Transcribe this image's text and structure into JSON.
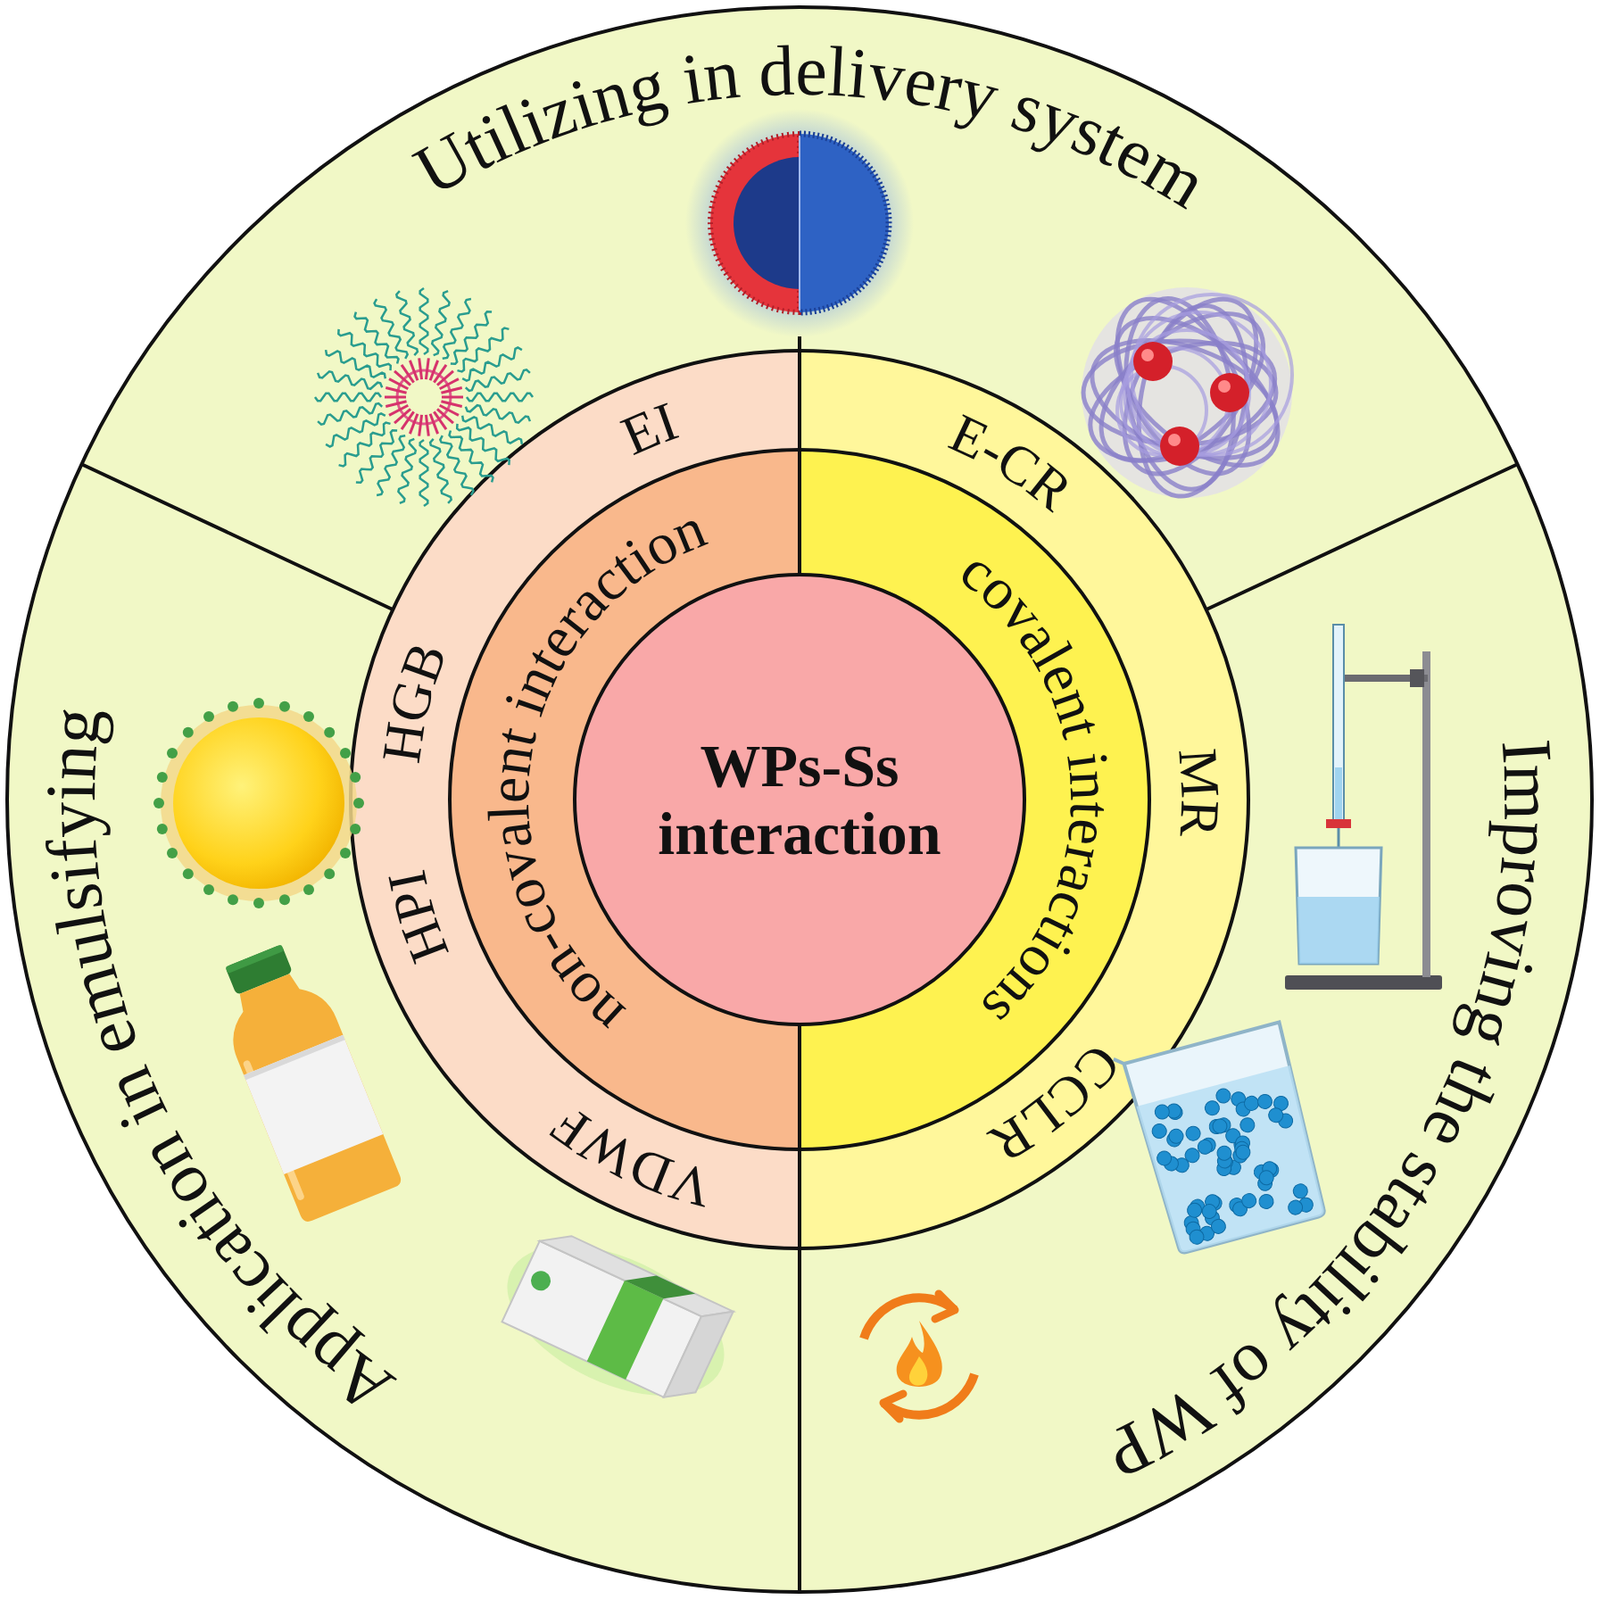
{
  "diagram": {
    "nodes": [
      {
        "text": [
          "Utilizing in delivery system"
        ]
      },
      {
        "text": [
          "Improving the stability of WP"
        ]
      },
      {
        "text": [
          "Application in emulsifying"
        ]
      },
      {
        "text": [
          "non-covalent interaction"
        ]
      },
      {
        "text": [
          "covalent interactions"
        ]
      },
      {
        "text": [
          "WPs-Ss interaction"
        ]
      }
    ],
    "labels": [
      "EI",
      "HGB",
      "HPI",
      "VDWF",
      "E-CR",
      "MR",
      "CCLR"
    ]
  }
}
